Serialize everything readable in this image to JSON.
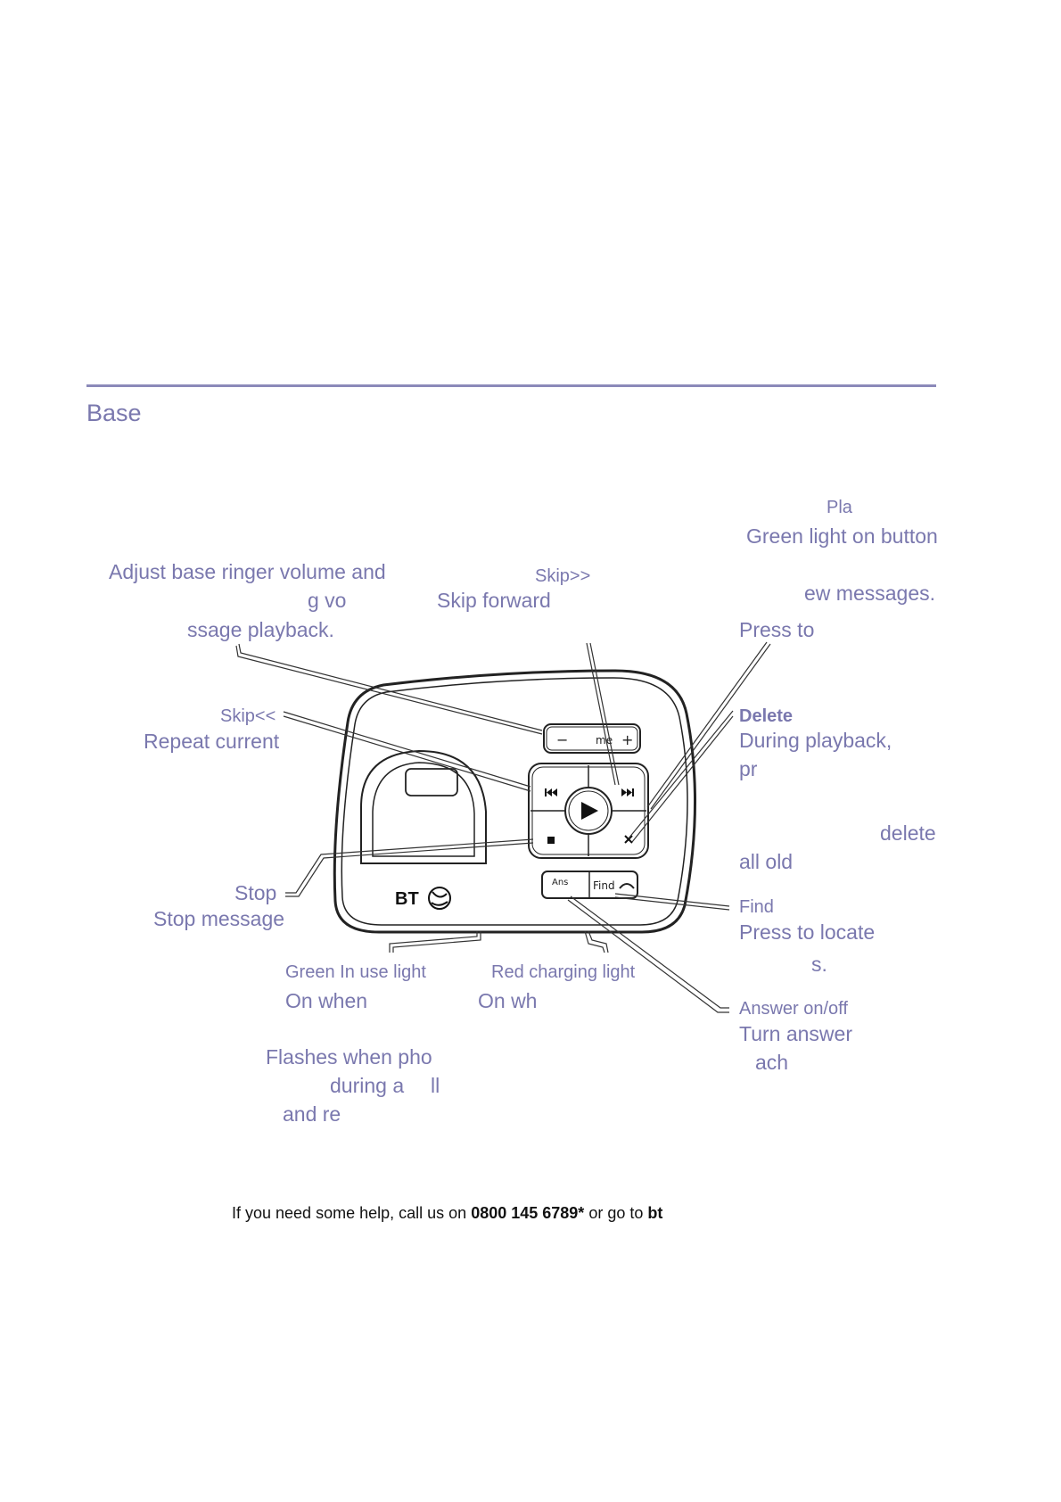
{
  "section": {
    "title": "Base"
  },
  "labels": {
    "play_head": "Pla",
    "play_l1": "Green light on button",
    "play_l2": "ew messages.",
    "play_l3": "Press to",
    "volume_l1": "Adjust base ringer volume and",
    "volume_l2": "g vo",
    "volume_l3": "ssage playback.",
    "skipfwd_head": "Skip>>",
    "skipfwd_l1": "Skip forward",
    "skipback_head": "Skip<<",
    "skipback_l1": "Repeat current",
    "delete_head": "Delete",
    "delete_l1": "During playback,",
    "delete_l2": "pr",
    "delete_l3": "delete",
    "delete_l4": "all old",
    "stop_head": "Stop",
    "stop_l1": "Stop message",
    "find_head": "Find",
    "find_l1": "Press to locate",
    "find_l2": "s.",
    "inuse_head": "Green In use light",
    "inuse_l1": "On when",
    "inuse_l2": "Flashes when pho",
    "inuse_l3": "during a",
    "inuse_l3b": "ll",
    "inuse_l4": "and re",
    "charging_head": "Red charging light",
    "charging_l1": "On wh",
    "answer_head": "Answer on/off",
    "answer_l1": "Turn answer",
    "answer_l2": "ach"
  },
  "device": {
    "brand": "BT",
    "volume_minus": "−",
    "volume_text": "me",
    "volume_plus": "+",
    "ans_label": "Ans",
    "find_label": "Find"
  },
  "footer": {
    "prefix": "If you need some help, call us on",
    "phone": "0800 145 6789*",
    "mid": "or go to",
    "site": "bt"
  }
}
